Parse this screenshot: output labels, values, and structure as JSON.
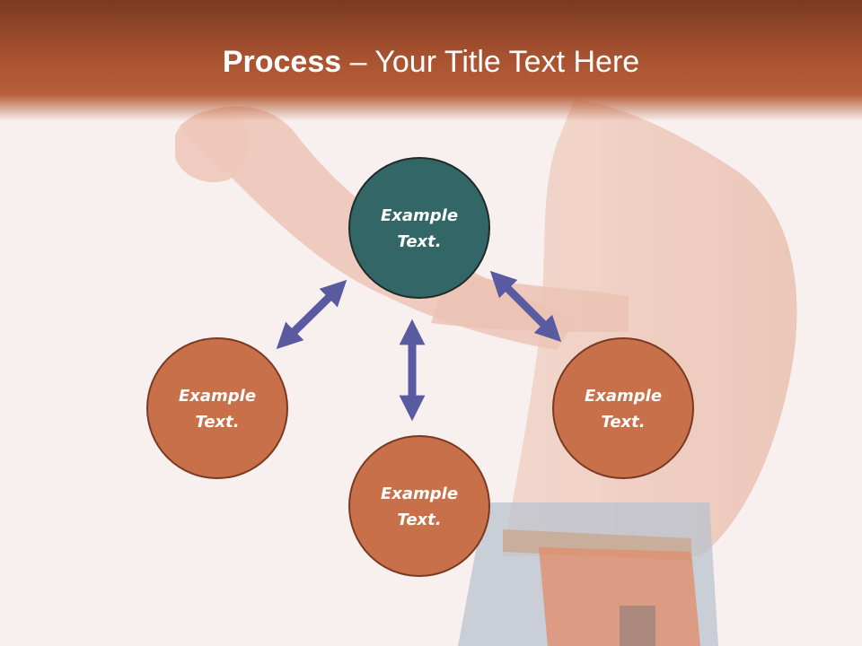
{
  "title": {
    "bold": "Process",
    "dash": " – ",
    "rest": "Your Title Text Here"
  },
  "colors": {
    "header": "#a6512f",
    "node_main": "#336666",
    "node": "#c8704a",
    "arrow": "#5a5aa0",
    "node_border": "#1f2a2a"
  },
  "nodes": [
    {
      "line1": "Example",
      "line2": "Text."
    },
    {
      "line1": "Example",
      "line2": "Text."
    },
    {
      "line1": "Example",
      "line2": "Text."
    },
    {
      "line1": "Example",
      "line2": "Text."
    }
  ]
}
